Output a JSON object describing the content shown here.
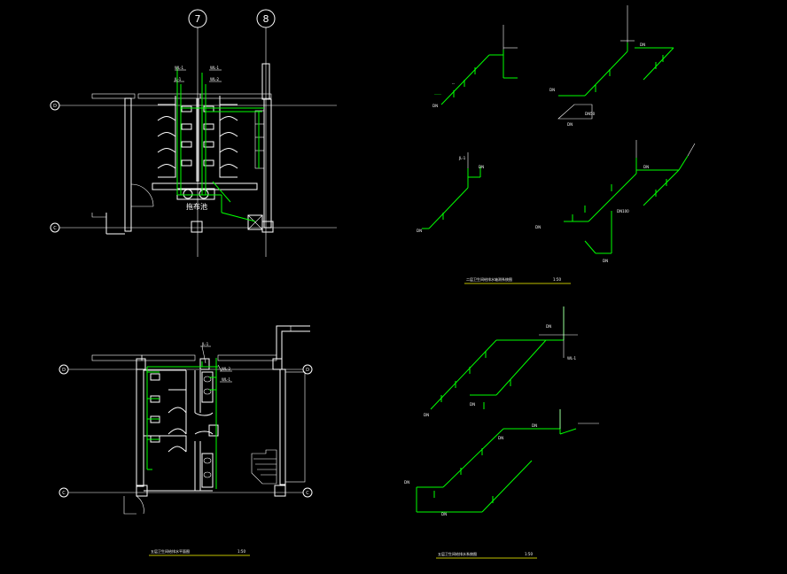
{
  "grid_labels": {
    "top_left_col": "7",
    "top_right_col": "8",
    "top_row_d": "D",
    "top_row_c": "C",
    "bot_row_d_left": "D",
    "bot_row_d_right": "D",
    "bot_row_c_left": "C",
    "bot_row_c_right": "C"
  },
  "room_label": "拖布池",
  "titles": {
    "top_right": "二层卫生间给排水轴测系统图",
    "top_right_scale": "1:50",
    "bottom_left": "五层卫生间给排水平面图",
    "bottom_left_scale": "1:50",
    "bottom_right": "五层卫生间给排水系统图",
    "bottom_right_scale": "1:50"
  },
  "pipe_tags": {
    "jl1": "JL-1",
    "wl1": "WL-1",
    "wl2": "WL-2",
    "dn": "DN50",
    "dn2": "DN100"
  },
  "colors": {
    "background": "#000000",
    "walls": "#ffffff",
    "pipes": "#00ff00",
    "underline": "#ffff00"
  }
}
